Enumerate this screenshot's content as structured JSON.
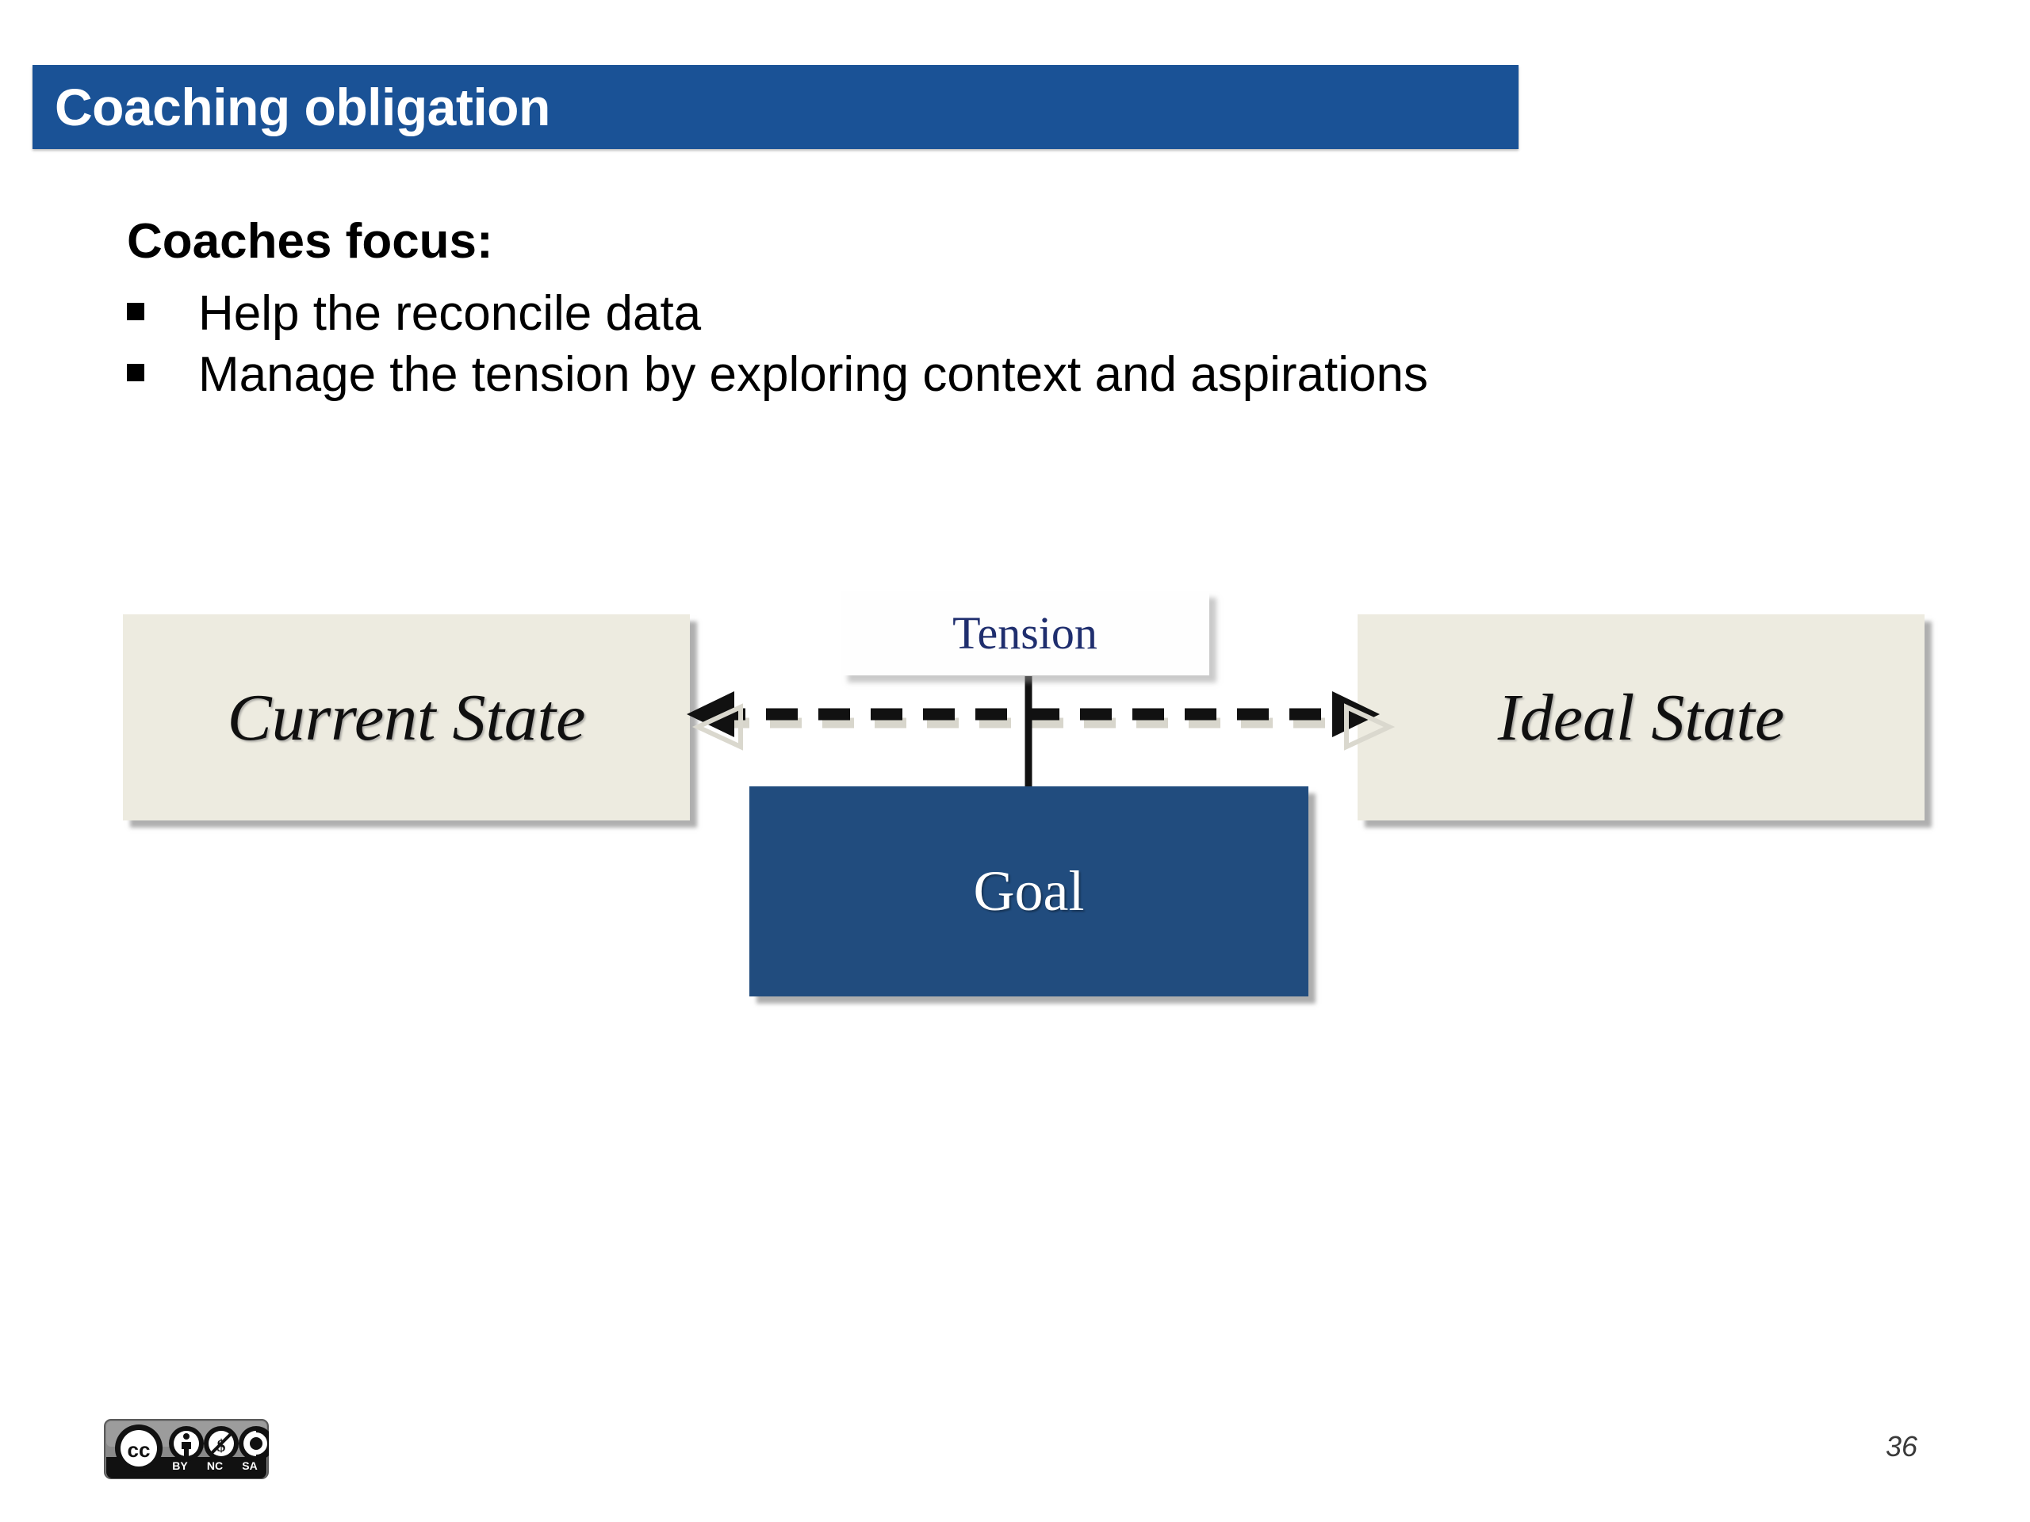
{
  "slide": {
    "title": "Coaching obligation",
    "page_number": "36",
    "accent_color": "#1A5296",
    "box_fill_color": "#EDEBE0",
    "goal_fill_color": "#214C7E",
    "tension_text_color": "#1F2E6E"
  },
  "body": {
    "intro": "Coaches focus:",
    "bullets": [
      {
        "marker": "square-bullet",
        "text": "Help the reconcile data"
      },
      {
        "marker": "square-bullet",
        "text": "Manage the tension by exploring context and aspirations"
      }
    ]
  },
  "diagram": {
    "current_state": "Current State",
    "ideal_state": "Ideal State",
    "tension": "Tension",
    "goal": "Goal",
    "connector": "double-headed-dashed-arrow"
  },
  "footer": {
    "license_badge": "creative-commons-by-nc-sa-icon",
    "license_marks": [
      "CC",
      "BY",
      "NC",
      "SA"
    ]
  }
}
